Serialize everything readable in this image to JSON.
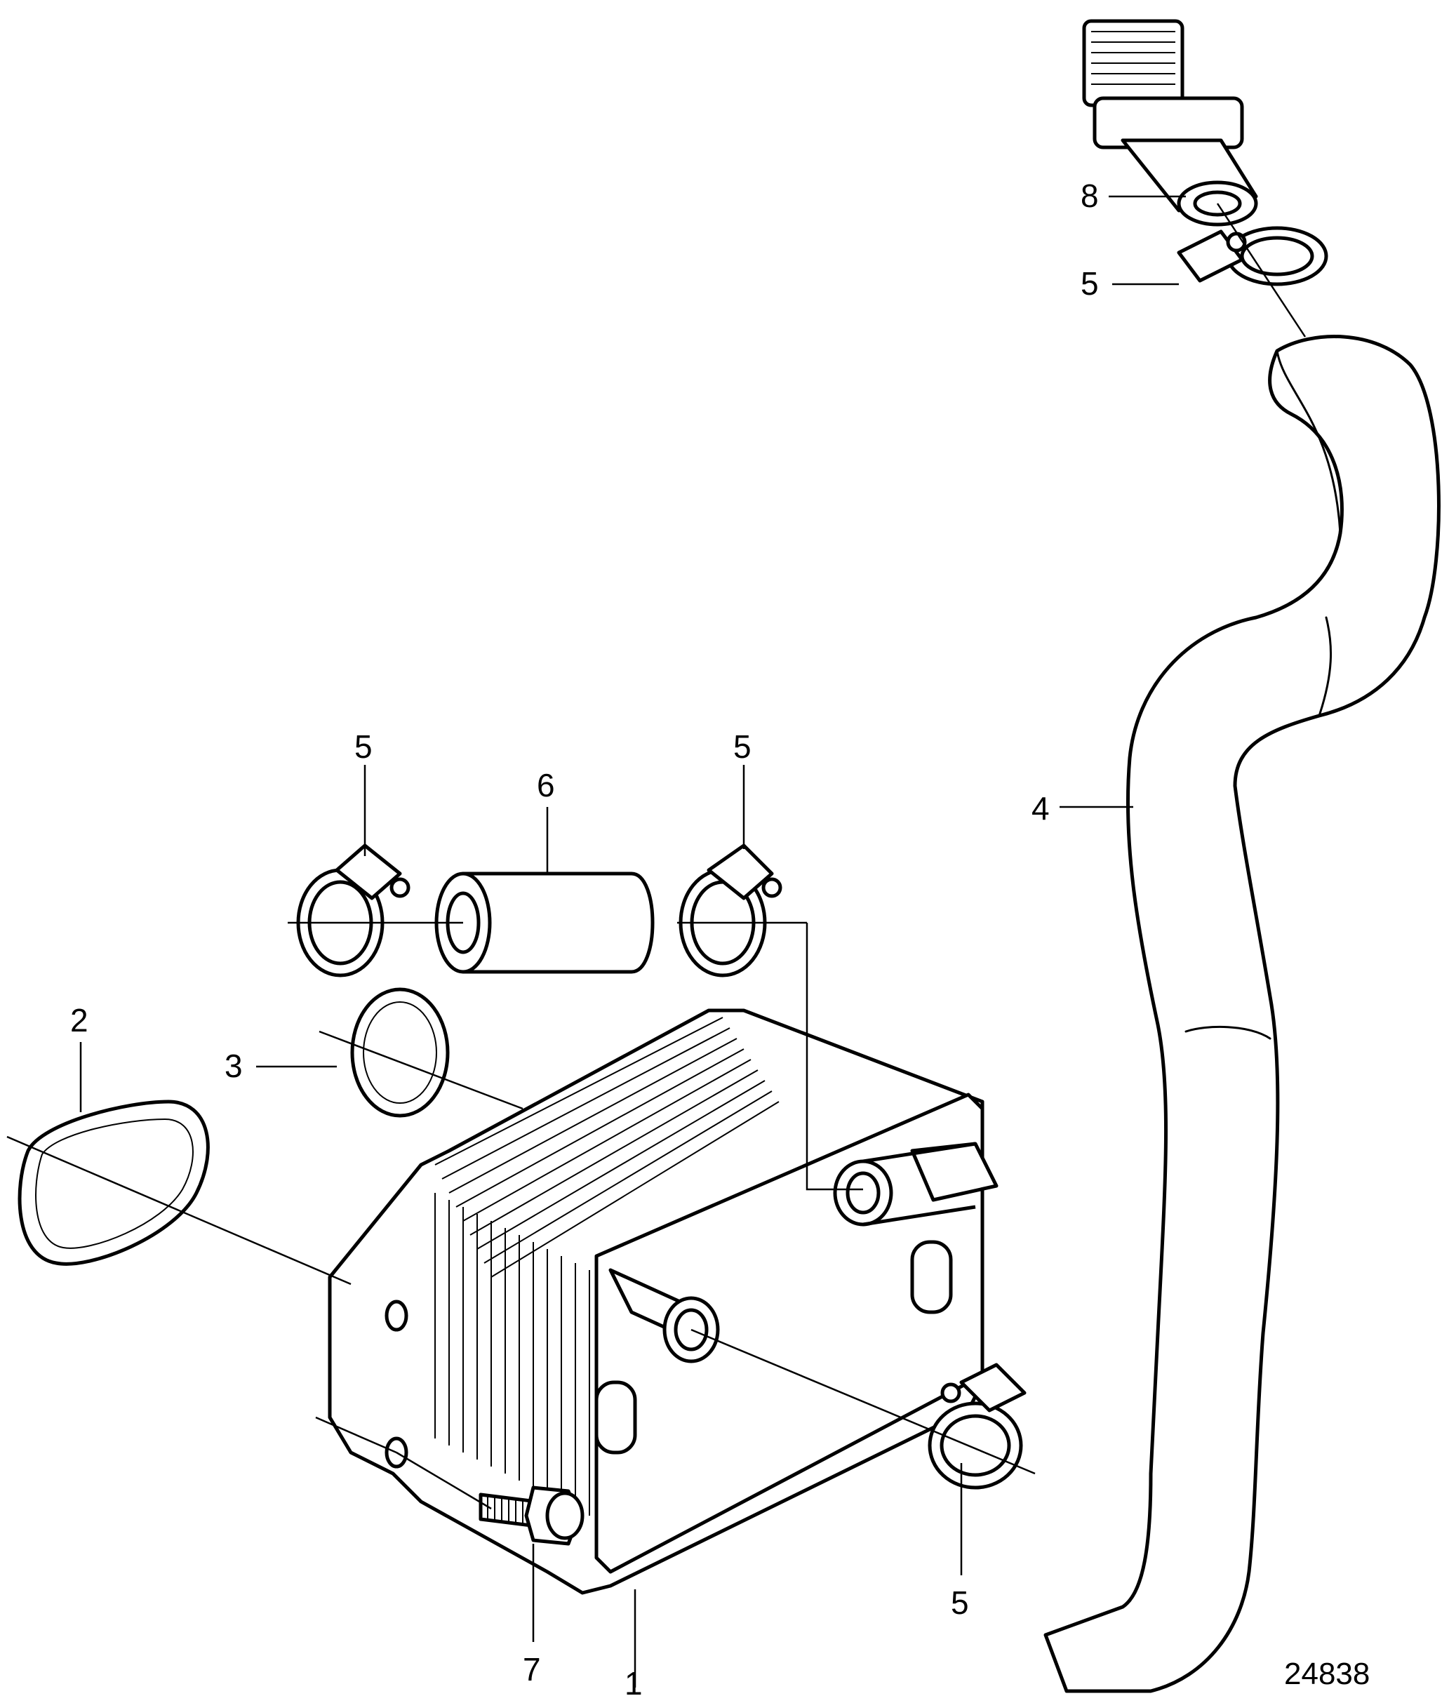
{
  "figure_number": "24838",
  "callouts": [
    {
      "id": "callout-1",
      "text": "1"
    },
    {
      "id": "callout-2",
      "text": "2"
    },
    {
      "id": "callout-3",
      "text": "3"
    },
    {
      "id": "callout-4",
      "text": "4"
    },
    {
      "id": "callout-5a",
      "text": "5"
    },
    {
      "id": "callout-5b",
      "text": "5"
    },
    {
      "id": "callout-5c",
      "text": "5"
    },
    {
      "id": "callout-5d",
      "text": "5"
    },
    {
      "id": "callout-6",
      "text": "6"
    },
    {
      "id": "callout-7",
      "text": "7"
    },
    {
      "id": "callout-8",
      "text": "8"
    }
  ]
}
